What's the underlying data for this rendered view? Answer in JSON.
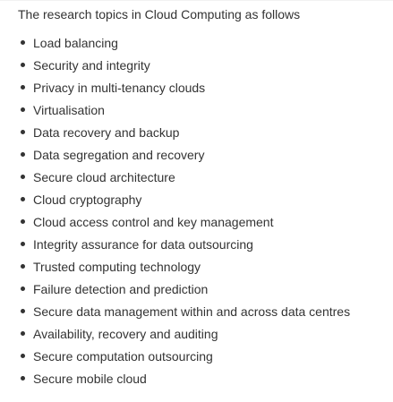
{
  "document": {
    "intro": "The research topics in Cloud Computing as follows",
    "bullet_icon": "disc-bullet-icon",
    "text_color": "#333333",
    "topics": [
      "Load balancing",
      "Security and integrity",
      "Privacy in multi-tenancy clouds",
      "Virtualisation",
      "Data recovery and backup",
      "Data segregation and recovery",
      "Secure cloud architecture",
      "Cloud cryptography",
      "Cloud access control and key management",
      "Integrity assurance for data outsourcing",
      "Trusted computing technology",
      "Failure detection and prediction",
      "Secure data management within and across data centres",
      "Availability, recovery and auditing",
      "Secure computation outsourcing",
      "Secure mobile cloud"
    ]
  }
}
